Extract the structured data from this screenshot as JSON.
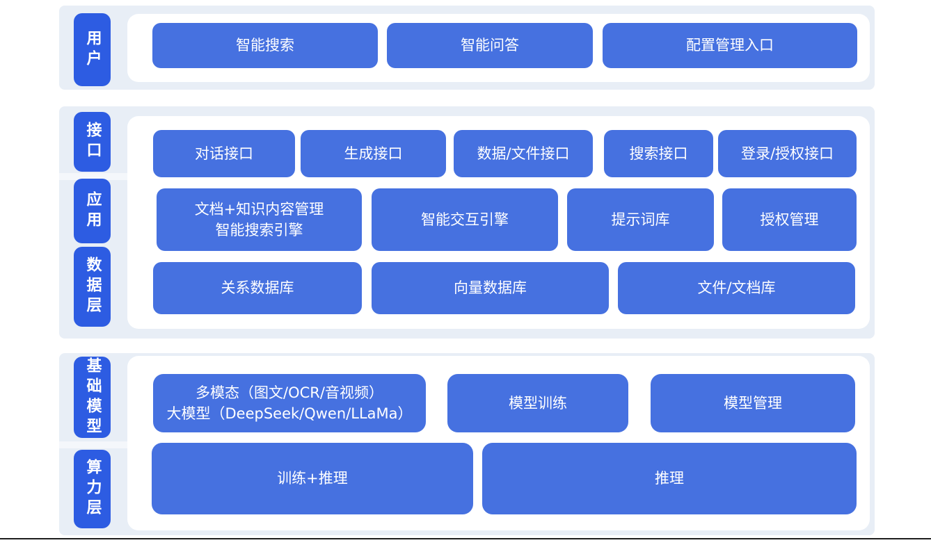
{
  "colors": {
    "page_background": "#ffffff",
    "panel_background": "#e8eef6",
    "layer_label_blue": "#2d5ce2",
    "node_blue": "#4671e0",
    "canvas_white": "#ffffff",
    "bottom_rule": "#1d1d1d"
  },
  "sections": {
    "user": {
      "label": "用户",
      "nodes": {
        "smart_search": "智能搜索",
        "smart_qa": "智能问答",
        "config_entry": "配置管理入口"
      }
    },
    "platform": {
      "labels": {
        "interface": "接口",
        "application": "应用",
        "data_layer": "数据层"
      },
      "interface_nodes": {
        "dialog_api": "对话接口",
        "generation_api": "生成接口",
        "data_file_api": "数据/文件接口",
        "search_api": "搜索接口",
        "login_auth_api": "登录/授权接口"
      },
      "application_nodes": {
        "doc_knowledge": "文档+知识内容管理\n智能搜索引擎",
        "interaction_engine": "智能交互引擎",
        "prompt_library": "提示词库",
        "auth_management": "授权管理"
      },
      "data_nodes": {
        "relational_db": "关系数据库",
        "vector_db": "向量数据库",
        "file_doc_store": "文件/文档库"
      }
    },
    "foundation": {
      "labels": {
        "base_model": "基础模型",
        "compute_layer": "算力层"
      },
      "model_nodes": {
        "multimodal_llm": "多模态（图文/OCR/音视频）\n大模型（DeepSeek/Qwen/LLaMa）",
        "model_training": "模型训练",
        "model_management": "模型管理"
      },
      "compute_nodes": {
        "training_inference": "训练+推理",
        "inference": "推理"
      }
    }
  }
}
